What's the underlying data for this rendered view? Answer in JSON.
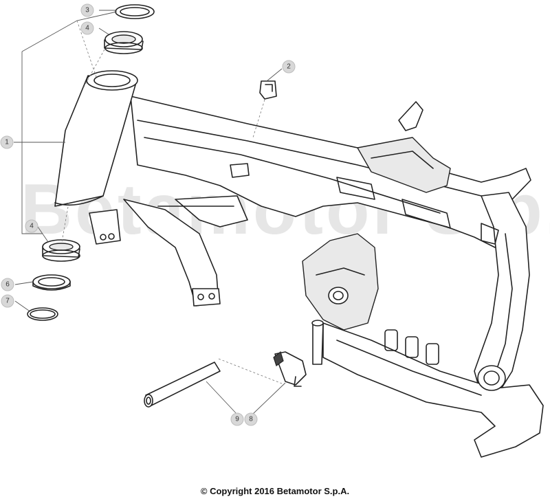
{
  "watermark": "Betamotor S.p.A",
  "copyright": "© Copyright 2016 Betamotor S.p.A.",
  "callouts": {
    "c1": "1",
    "c2": "2",
    "c3": "3",
    "c4a": "4",
    "c4b": "4",
    "c6": "6",
    "c7": "7",
    "c8": "8",
    "c9": "9"
  }
}
